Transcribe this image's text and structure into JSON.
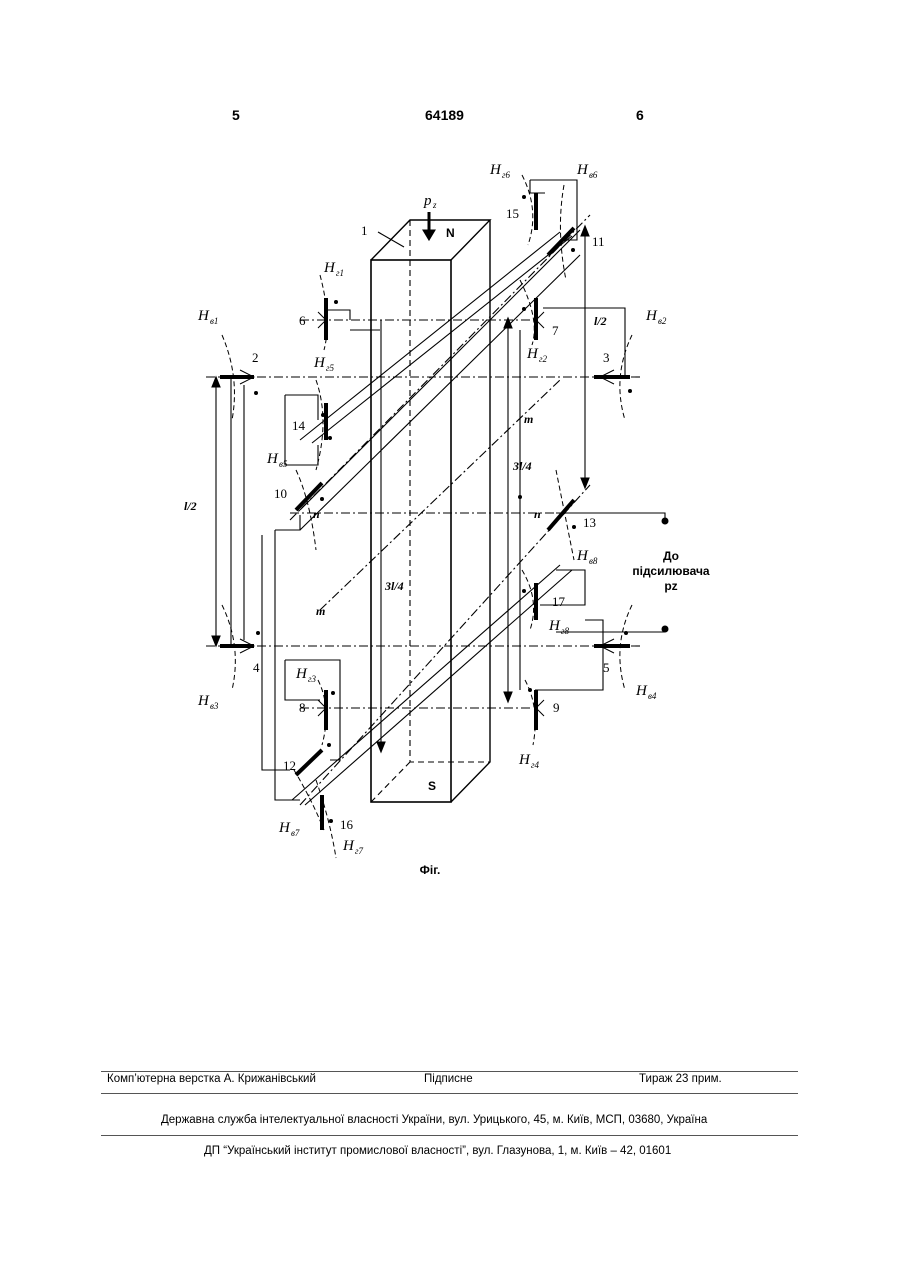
{
  "header": {
    "page_left": "5",
    "patent_number": "64189",
    "page_right": "6"
  },
  "figure": {
    "caption": "Фіг.",
    "poles": {
      "north": "N",
      "south": "S"
    },
    "force": {
      "symbol": "p",
      "subscript": "z"
    },
    "numbers": [
      "1",
      "2",
      "3",
      "4",
      "5",
      "6",
      "7",
      "8",
      "9",
      "10",
      "11",
      "12",
      "13",
      "14",
      "15",
      "16",
      "17"
    ],
    "dimensions": {
      "half_length": "l/2",
      "three_quarter": "3l/4"
    },
    "axis_letters": {
      "m": "m",
      "n": "n"
    },
    "output_label": [
      "До",
      "підсилювача",
      "pz"
    ],
    "sensor_labels": {
      "Hv1": {
        "main": "H",
        "sub": "в1"
      },
      "Hv2": {
        "main": "H",
        "sub": "в2"
      },
      "Hv3": {
        "main": "H",
        "sub": "в3"
      },
      "Hv4": {
        "main": "H",
        "sub": "в4"
      },
      "Hv5": {
        "main": "H",
        "sub": "в5"
      },
      "Hv6": {
        "main": "H",
        "sub": "в6"
      },
      "Hv7": {
        "main": "H",
        "sub": "в7"
      },
      "Hv8": {
        "main": "H",
        "sub": "в8"
      },
      "Hg1": {
        "main": "H",
        "sub": "г1"
      },
      "Hg2": {
        "main": "H",
        "sub": "г2"
      },
      "Hg3": {
        "main": "H",
        "sub": "г3"
      },
      "Hg4": {
        "main": "H",
        "sub": "г4"
      },
      "Hg5": {
        "main": "H",
        "sub": "г5"
      },
      "Hg6": {
        "main": "H",
        "sub": "г6"
      },
      "Hg7": {
        "main": "H",
        "sub": "г7"
      },
      "Hg8": {
        "main": "H",
        "sub": "г8"
      }
    }
  },
  "footer": {
    "layout": "Комп’ютерна верстка А. Крижанівський",
    "signed": "Підписне",
    "circulation": "Тираж 23 прим.",
    "agency": "Державна служба інтелектуальної власності України, вул. Урицького, 45, м. Київ, МСП, 03680, Україна",
    "institute": "ДП “Український інститут промислової власності”, вул. Глазунова, 1, м. Київ – 42, 01601"
  }
}
